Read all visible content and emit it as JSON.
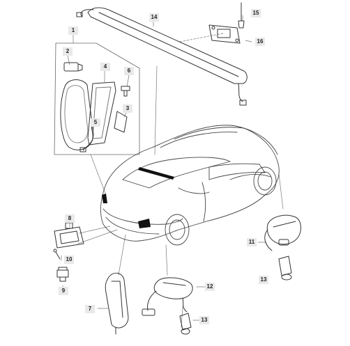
{
  "diagram": {
    "part_numbers": [
      "1",
      "2",
      "3",
      "4",
      "5",
      "6",
      "7",
      "8",
      "9",
      "10",
      "11",
      "12",
      "13",
      "13",
      "14",
      "15",
      "16"
    ],
    "colors": {
      "line": "#555555",
      "thin": "#888888",
      "dark": "#111111",
      "callout_bg": "#e9e9e9"
    }
  }
}
